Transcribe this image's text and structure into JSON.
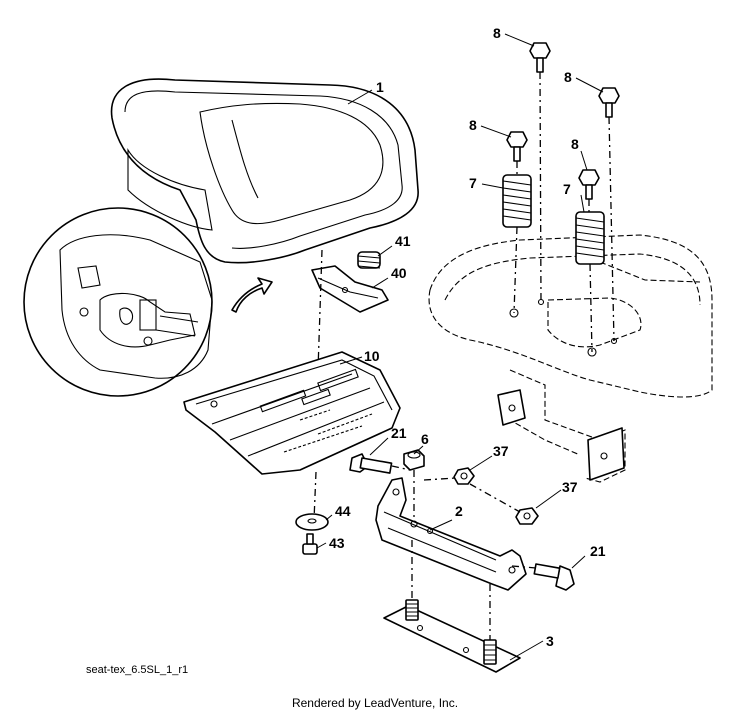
{
  "diagram": {
    "callouts": {
      "seat": "1",
      "seat_bracket": "2",
      "mount_plate": "3",
      "nut_6": "6",
      "spring_left": "7",
      "spring_right": "7",
      "bolt_8_a": "8",
      "bolt_8_b": "8",
      "bolt_8_c": "8",
      "bolt_8_d": "8",
      "seat_pan": "10",
      "bolt_21_left": "21",
      "bolt_21_right": "21",
      "nut_37_upper": "37",
      "nut_37_lower": "37",
      "clip": "40",
      "spring_small": "41",
      "screw_43": "43",
      "washer_44": "44"
    },
    "diagram_id": "seat-tex_6.5SL_1_r1",
    "render_credit": "Rendered by LeadVenture, Inc."
  }
}
